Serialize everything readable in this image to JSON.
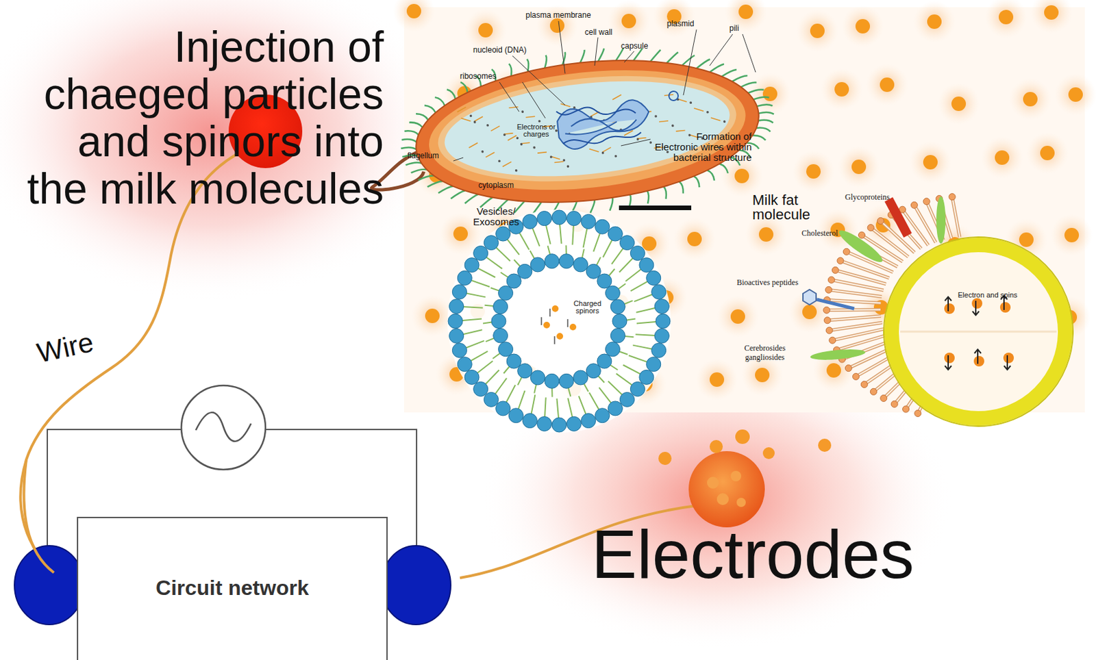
{
  "diagram": {
    "nodes": [
      {
        "text": [
          "Circuit network"
        ]
      }
    ],
    "labels": [
      "Injection of chaeged particles and spinors into the milk molecules",
      "Wire",
      "Electrodes",
      "plasma membrane",
      "cell wall",
      "plasmid",
      "pili",
      "capsule",
      "nucleoid (DNA)",
      "ribosomes",
      "Electrons or charges",
      "flagellum",
      "Formation of Electronic wires within bacterial structure",
      "cytoplasm",
      "Vesicles/ Exosomes",
      "Charged spinors",
      "Milk fat molecule",
      "Glycoproteins",
      "Cholesterol",
      "Bioactives peptides",
      "Cerebrosides gangliosides",
      "Electron and spins"
    ]
  }
}
